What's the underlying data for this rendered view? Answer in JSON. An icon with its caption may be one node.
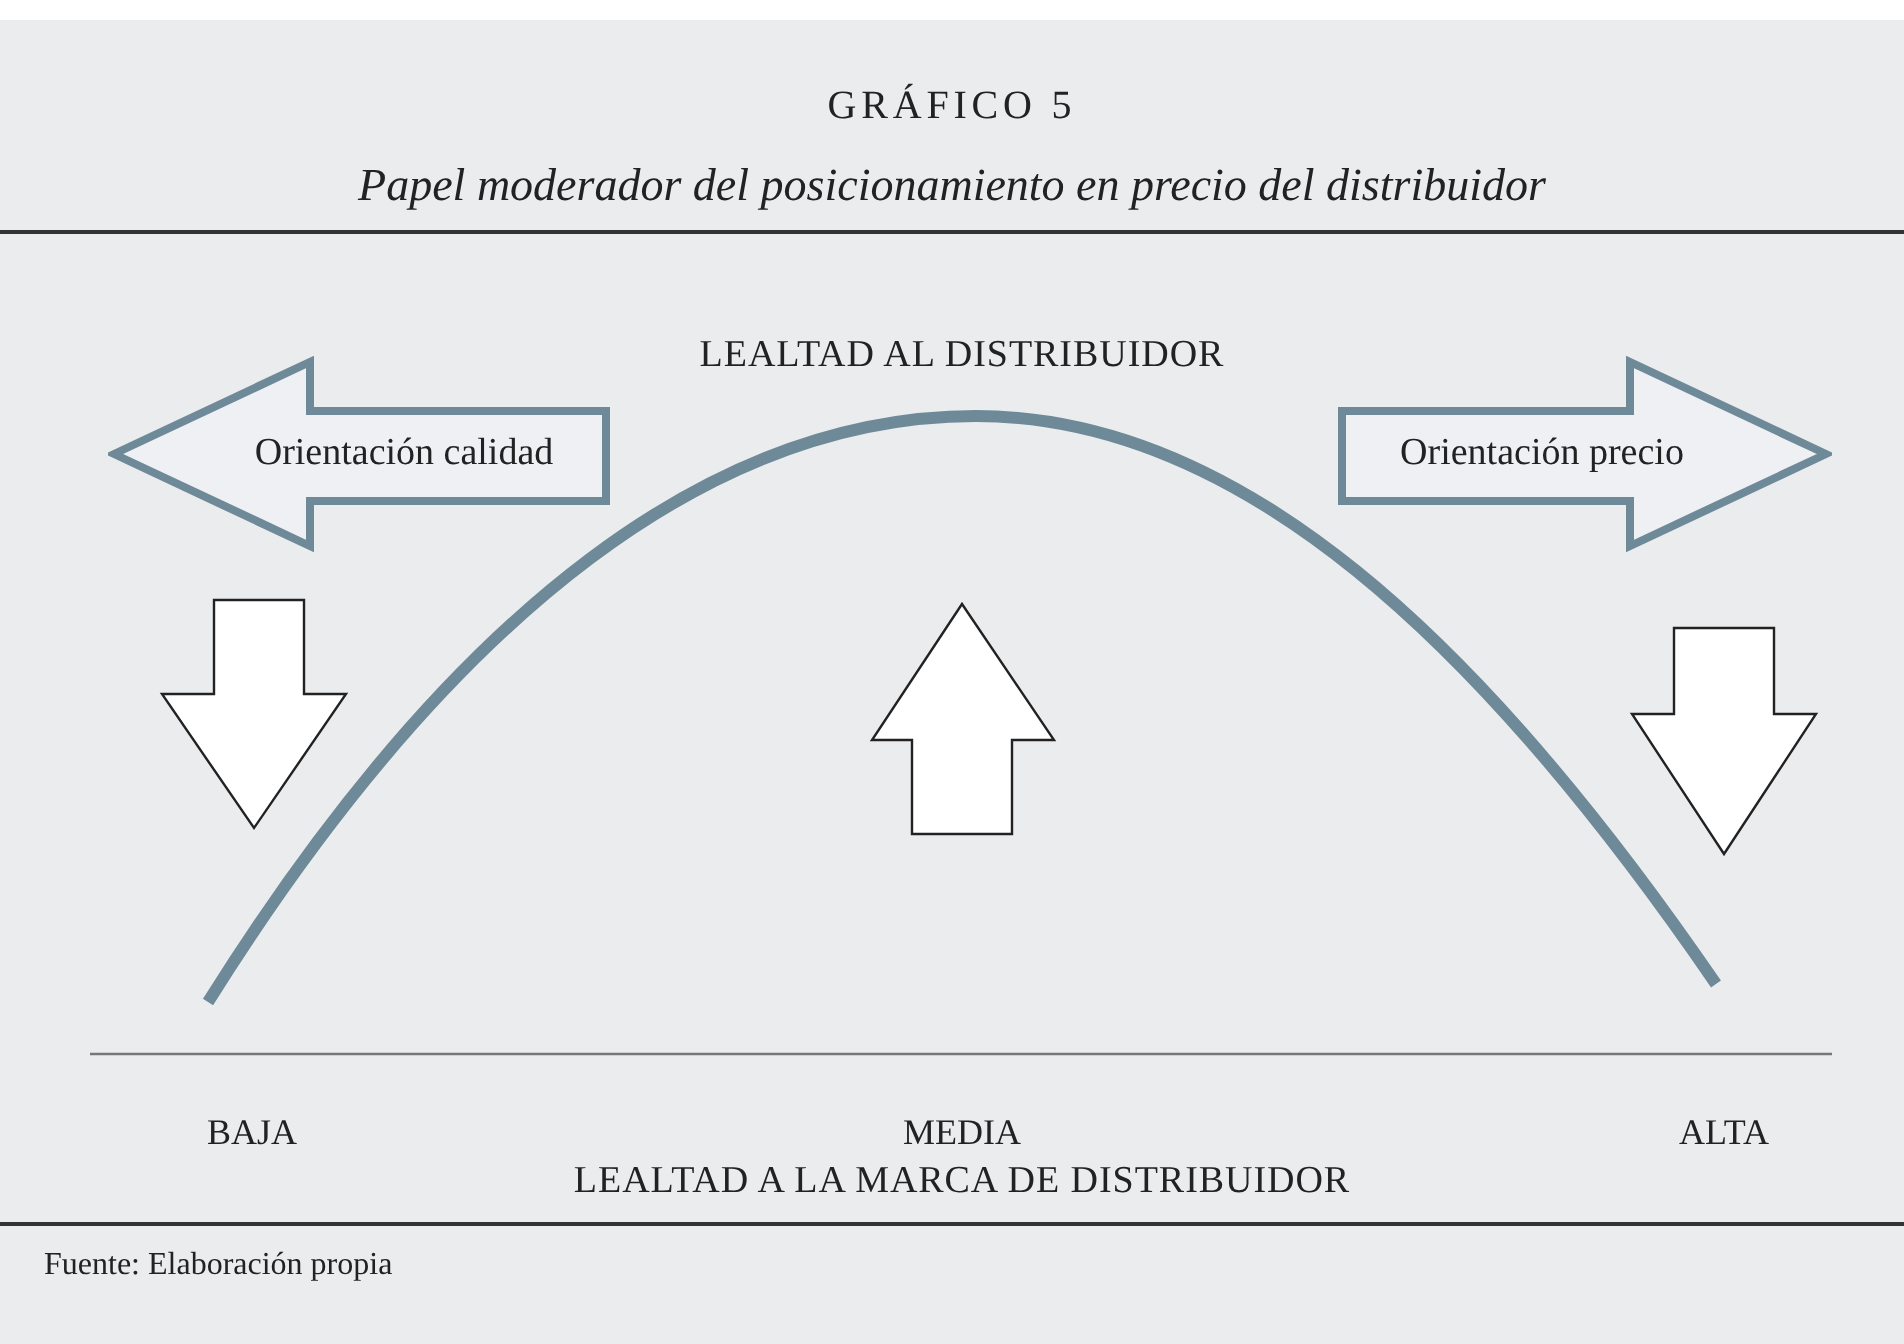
{
  "diagram": {
    "title": "GRÁFICO 5",
    "caption": "Papel moderador del posicionamiento en precio del distribuidor",
    "nodes": [
      {
        "text": [
          "Orientación calidad"
        ]
      },
      {
        "text": [
          "Orientación precio"
        ]
      }
    ],
    "labels": [
      "LEALTAD AL DISTRIBUIDOR",
      "BAJA",
      "MEDIA",
      "ALTA",
      "LEALTAD A LA MARCA DE DISTRIBUIDOR",
      "Fuente: Elaboración propia"
    ]
  }
}
